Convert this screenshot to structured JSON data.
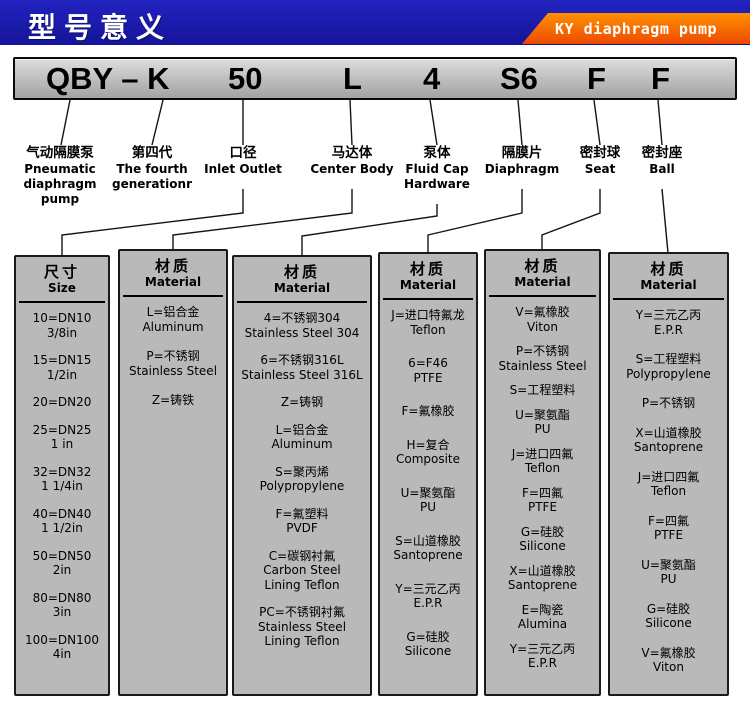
{
  "header": {
    "title": "型号意义",
    "banner": "KY diaphragm pump"
  },
  "colors": {
    "header_blue": "#2323c0",
    "header_blue_dark": "#14149a",
    "banner_top": "#ff9000",
    "banner_bottom": "#ee4a00",
    "panel_gray": "#b9b9b9",
    "codebar_gray": "#a3a3a3"
  },
  "model_code": [
    "QBY – K",
    "50",
    "L",
    "4",
    "S6",
    "F",
    "F"
  ],
  "labels": [
    {
      "zh": "气动隔膜泵",
      "en": "Pneumatic\ndiaphragm pump"
    },
    {
      "zh": "第四代",
      "en": "The fourth\ngenerationr"
    },
    {
      "zh": "口径",
      "en": "Inlet Outlet"
    },
    {
      "zh": "马达体",
      "en": "Center Body"
    },
    {
      "zh": "泵体",
      "en": "Fluid Cap\nHardware"
    },
    {
      "zh": "隔膜片",
      "en": "Diaphragm"
    },
    {
      "zh": "密封球",
      "en": "Seat"
    },
    {
      "zh": "密封座",
      "en": "Ball"
    }
  ],
  "columns": [
    {
      "header_zh": "尺寸",
      "header_en": "Size",
      "items": [
        "10=DN10\n3/8in",
        "15=DN15\n1/2in",
        "20=DN20",
        "25=DN25\n1 in",
        "32=DN32\n1 1/4in",
        "40=DN40\n1 1/2in",
        "50=DN50\n2in",
        "80=DN80\n3in",
        "100=DN100\n4in"
      ]
    },
    {
      "header_zh": "材质",
      "header_en": "Material",
      "items": [
        "L=铝合金\nAluminum",
        "P=不锈钢\nStainless Steel",
        "Z=铸铁"
      ]
    },
    {
      "header_zh": "材质",
      "header_en": "Material",
      "items": [
        "4=不锈钢304\nStainless Steel 304",
        "6=不锈钢316L\nStainless Steel 316L",
        "Z=铸钢",
        "L=铝合金\nAluminum",
        "S=聚丙烯\nPolypropylene",
        "F=氟塑料\nPVDF",
        "C=碳钢衬氟\nCarbon Steel\nLining Teflon",
        "PC=不锈钢衬氟\nStainless Steel\nLining Teflon"
      ]
    },
    {
      "header_zh": "材质",
      "header_en": "Material",
      "items": [
        "J=进口特氟龙\nTeflon",
        "6=F46\nPTFE",
        "F=氟橡胶",
        "H=复合\nComposite",
        "U=聚氨酯\nPU",
        "S=山道橡胶\nSantoprene",
        "Y=三元乙丙\nE.P.R",
        "G=硅胶\nSilicone"
      ]
    },
    {
      "header_zh": "材质",
      "header_en": "Material",
      "items": [
        "V=氟橡胶\nViton",
        "P=不锈钢\nStainless Steel",
        "S=工程塑料",
        "U=聚氨酯\nPU",
        "J=进口四氟\nTeflon",
        "F=四氟\nPTFE",
        "G=硅胶\nSilicone",
        "X=山道橡胶\nSantoprene",
        "E=陶瓷\nAlumina",
        "Y=三元乙丙\nE.P.R"
      ]
    },
    {
      "header_zh": "材质",
      "header_en": "Material",
      "items": [
        "Y=三元乙丙\nE.P.R",
        "S=工程塑料\nPolypropylene",
        "P=不锈钢",
        "X=山道橡胶\nSantoprene",
        "J=进口四氟\nTeflon",
        "F=四氟\nPTFE",
        "U=聚氨酯\nPU",
        "G=硅胶\nSilicone",
        "V=氟橡胶\nViton"
      ]
    }
  ]
}
